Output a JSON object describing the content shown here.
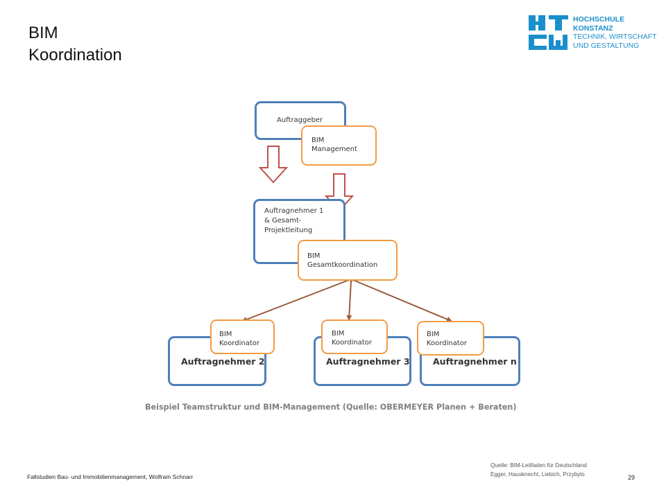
{
  "slide": {
    "title_line1": "BIM",
    "title_line2": "Koordination",
    "page_number": "29",
    "footer": "Fallstudien Bau- und Immobilienmanagement, Wolfram Schnarr"
  },
  "logo": {
    "line1": "HOCHSCHULE",
    "line2": "KONSTANZ",
    "line3": "TECHNIK, WIRTSCHAFT",
    "line4": "UND GESTALTUNG",
    "color": "#1b8fcb"
  },
  "diagram": {
    "auftraggeber": "Auftraggeber",
    "bim_management": [
      "BIM",
      "Management"
    ],
    "auftragnehmer1": [
      "Auftragnehmer 1",
      "& Gesamt-",
      "Projektleitung"
    ],
    "bim_gesamt": [
      "BIM",
      "Gesamtkoordination"
    ],
    "koordinator": [
      "BIM",
      "Koordinator"
    ],
    "auftragnehmer2": "Auftragnehmer 2",
    "auftragnehmer3": "Auftragnehmer 3",
    "auftragnehmern": "Auftragnehmer n",
    "caption": "Beispiel Teamstruktur und BIM-Management (Quelle: OBERMEYER Planen + Beraten)",
    "colors": {
      "blue": "#4f7fba",
      "orange": "#f39a45",
      "arrow_red": "#c0504d",
      "connector_brown": "#9b5a3c"
    }
  },
  "source": {
    "line1": "Quelle: BIM-Leitfaden für Deutschland",
    "line2": "Egger, Hausknecht, Liebich, Przybylo"
  }
}
